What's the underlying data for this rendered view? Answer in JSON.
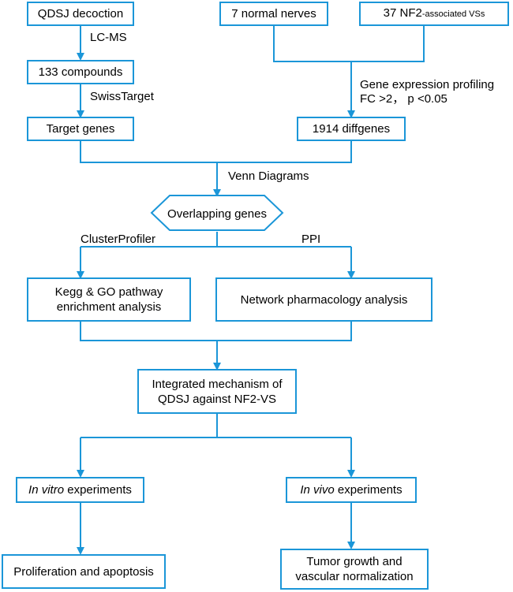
{
  "colors": {
    "accent": "#1b96d8",
    "text": "#000000",
    "background": "#ffffff"
  },
  "nodes": {
    "qdsj_decoction": "QDSJ decoction",
    "normal_nerves": "7 normal nerves",
    "nf2_vss_prefix": "37 NF2",
    "nf2_vss_suffix": "-associated VSs",
    "compounds": "133 compounds",
    "target_genes": "Target genes",
    "diffgenes": "1914 diffgenes",
    "overlapping_genes": "Overlapping genes",
    "kegg_line1": "Kegg & GO pathway",
    "kegg_line2": "enrichment analysis",
    "network_pharmacology": "Network pharmacology analysis",
    "integrated_line1": "Integrated mechanism of",
    "integrated_line2": "QDSJ against NF2-VS",
    "in_vitro_italic": "In vitro",
    "in_vitro_rest": " experiments",
    "in_vivo_italic": "In vivo",
    "in_vivo_rest": " experiments",
    "proliferation": "Proliferation and apoptosis",
    "tumor_line1": "Tumor growth and",
    "tumor_line2": "vascular normalization"
  },
  "labels": {
    "lc_ms": "LC-MS",
    "swiss_target": "SwissTarget",
    "gene_expression_profiling": "Gene expression profiling",
    "fc_criteria": "FC >2， p <0.05",
    "venn_diagrams": "Venn Diagrams",
    "cluster_profiler": "ClusterProfiler",
    "ppi": "PPI"
  }
}
